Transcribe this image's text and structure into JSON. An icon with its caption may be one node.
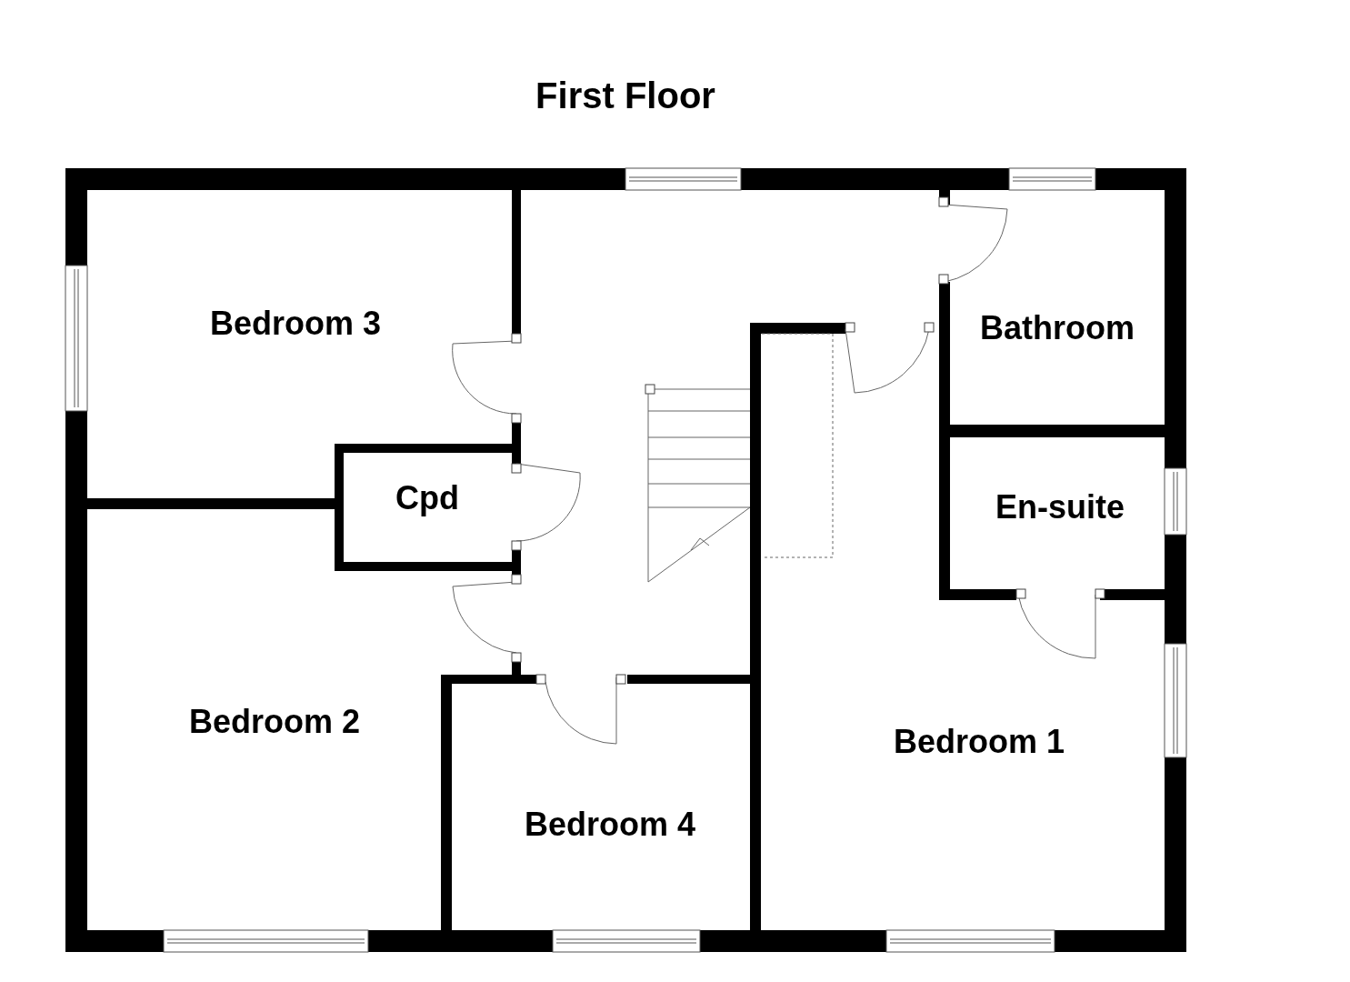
{
  "diagram": {
    "title": "First Floor",
    "nodes": [
      {
        "text": [
          "Bedroom 3"
        ]
      },
      {
        "text": [
          "Cpd"
        ]
      },
      {
        "text": [
          "Bathroom"
        ]
      },
      {
        "text": [
          "En-suite"
        ]
      },
      {
        "text": [
          "Bedroom 2"
        ]
      },
      {
        "text": [
          "Bedroom 4"
        ]
      },
      {
        "text": [
          "Bedroom 1"
        ]
      }
    ]
  }
}
